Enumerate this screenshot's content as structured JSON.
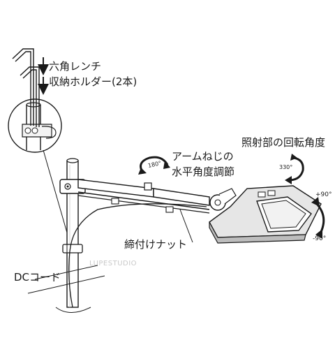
{
  "labels": {
    "hex_wrench": "六角レンチ",
    "storage_holder": "収納ホルダー(2本)",
    "light_rotation_angle": "照射部の回転角度",
    "arm_screw": "アームねじの",
    "horizontal_angle_adjust": "水平角度調節",
    "clamp_nut": "締付けナット",
    "dc_cord": "DCコード"
  },
  "angles": {
    "arm_rotation": "180°",
    "head_rotation": "330°",
    "tilt_up": "+90°",
    "tilt_down": "-90°"
  },
  "watermark": "LUPESTUDIO",
  "colors": {
    "line": "#1a1a1a",
    "fill_light": "#ffffff",
    "fill_shade": "#e6e6e6",
    "fill_dark": "#bdbdbd",
    "watermark": "#c9c9c9"
  }
}
